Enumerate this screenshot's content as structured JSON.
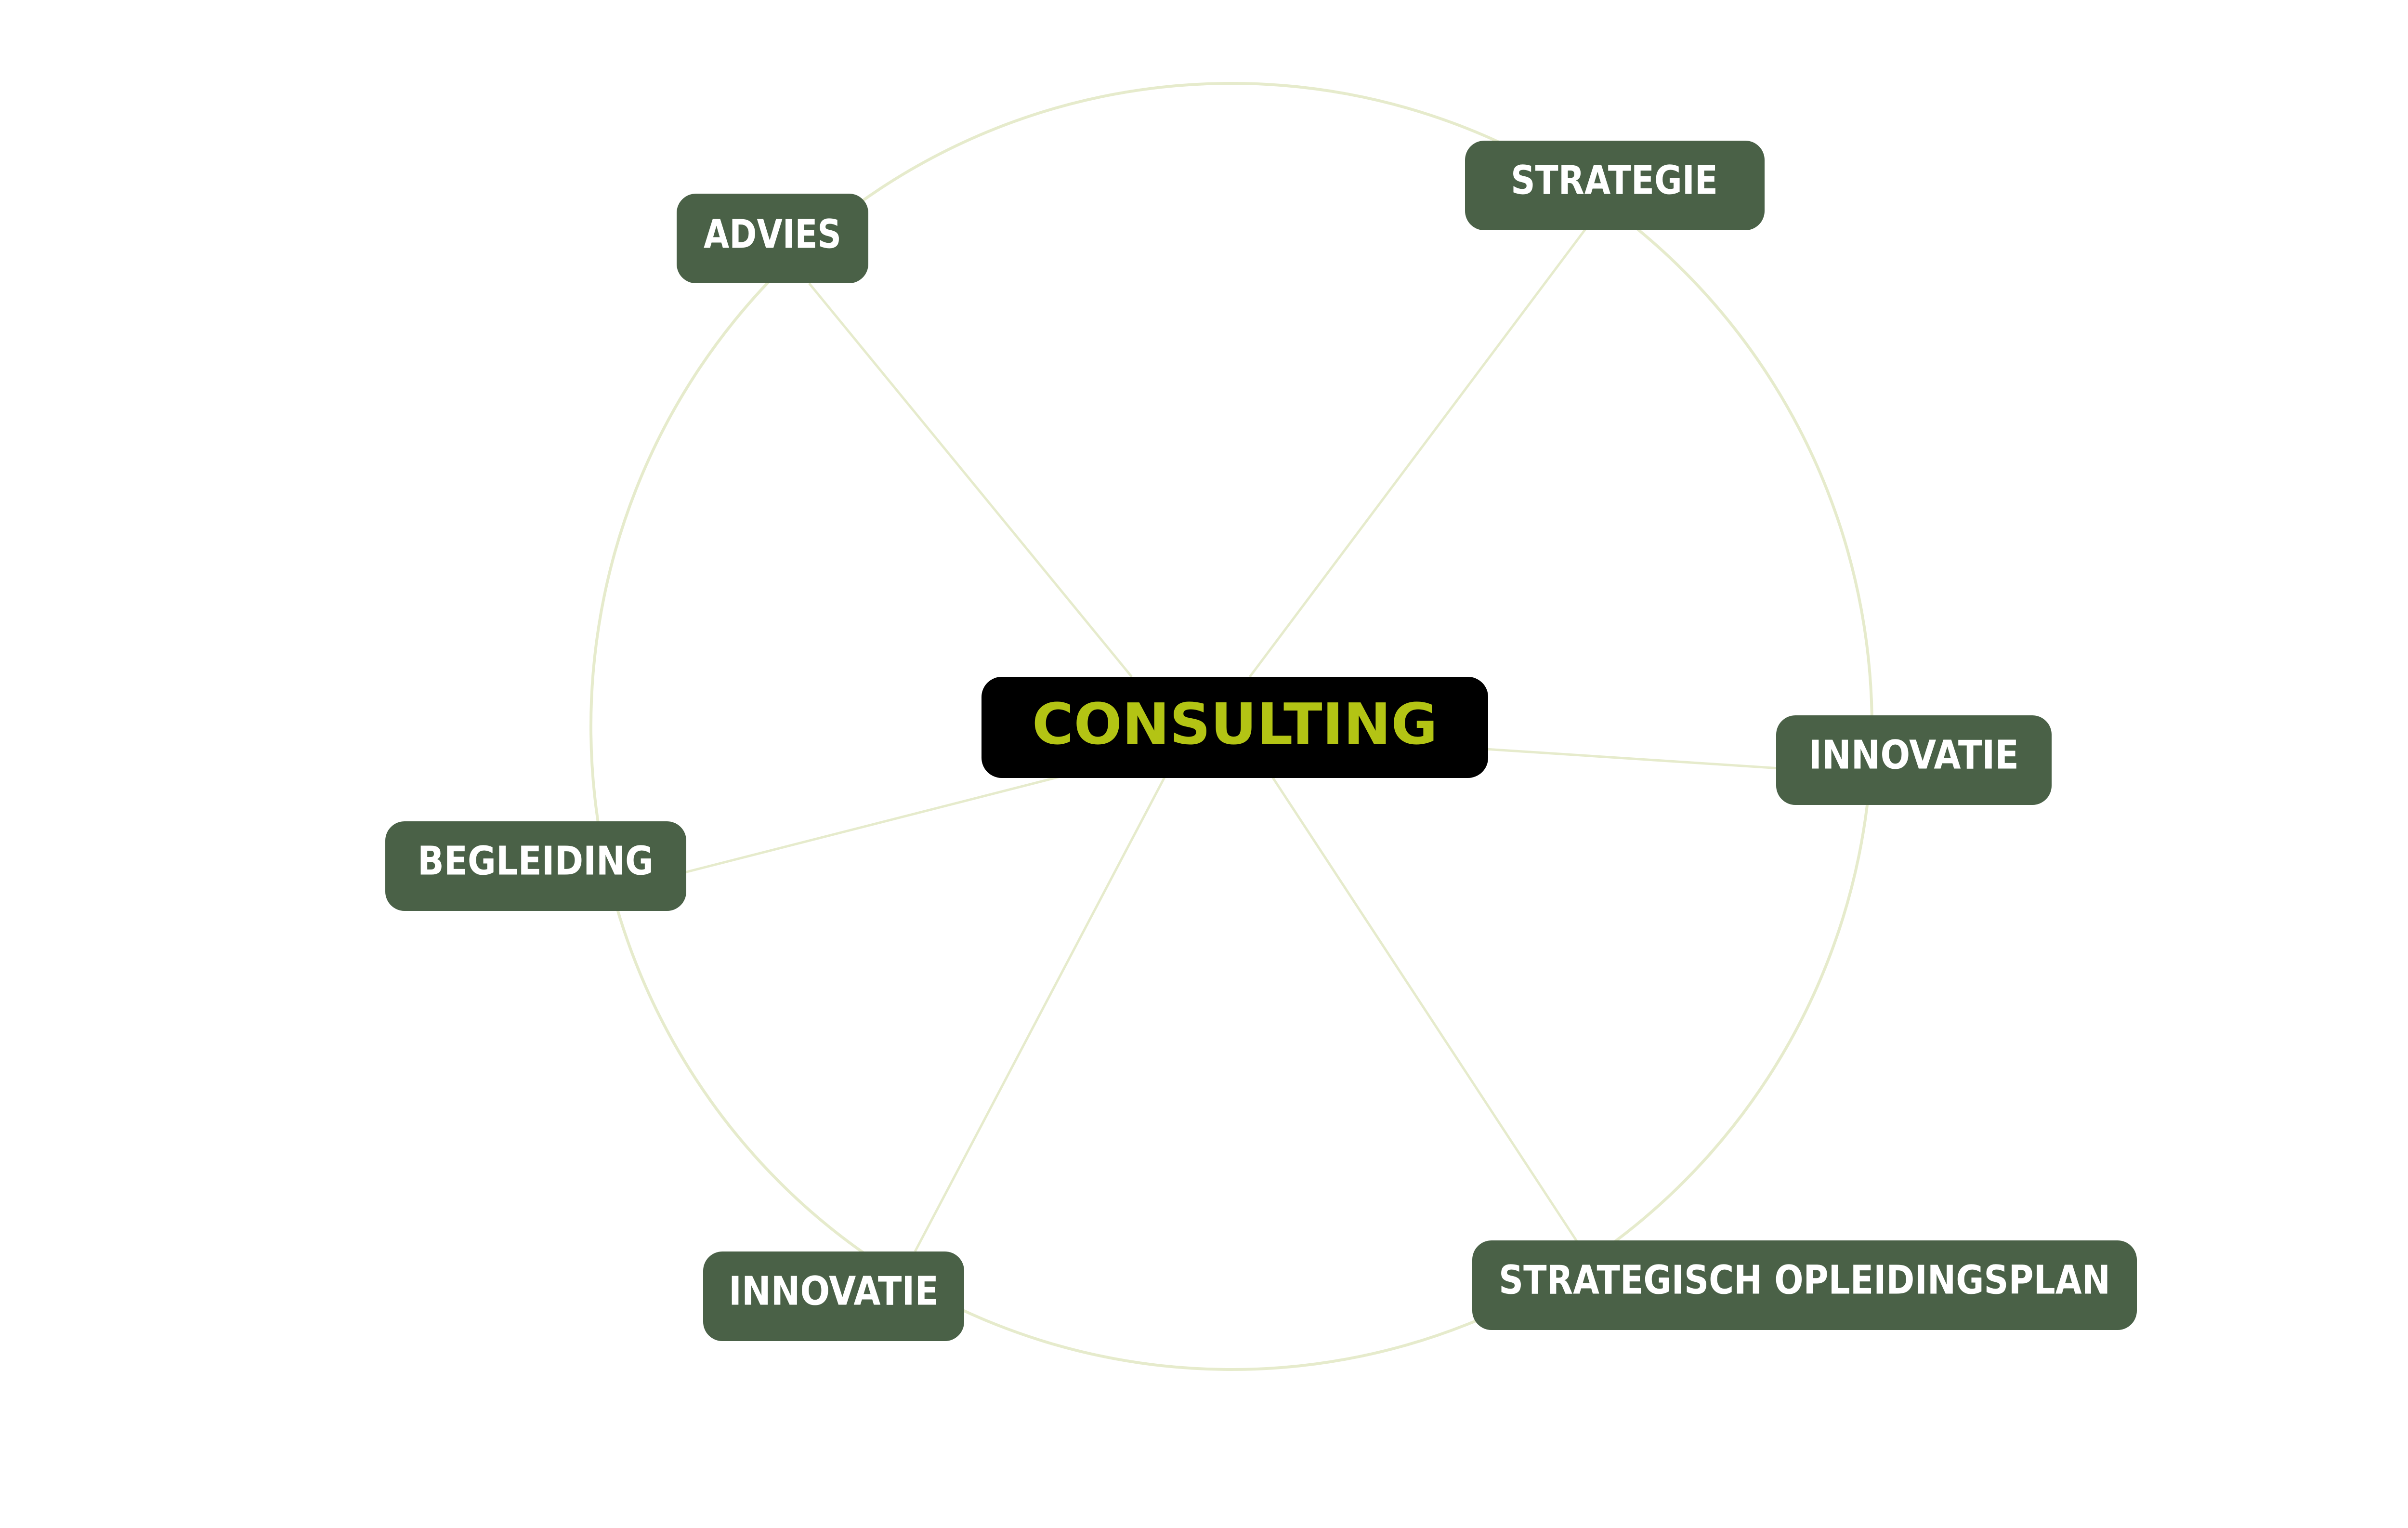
{
  "colors": {
    "background": "#ffffff",
    "ring": "#e6ebcc",
    "connector": "#e6ebcc",
    "node_fill": "#4a6147",
    "node_text": "#ffffff",
    "center_fill": "#000000",
    "center_text": "#b3c414"
  },
  "center": {
    "label": "CONSULTING"
  },
  "nodes": [
    {
      "id": "advies",
      "label": "ADVIES"
    },
    {
      "id": "strategie",
      "label": "STRATEGIE"
    },
    {
      "id": "innovatie-right",
      "label": "INNOVATIE"
    },
    {
      "id": "begeleiding",
      "label": "BEGLEIDING"
    },
    {
      "id": "innovatie-bottom",
      "label": "INNOVATIE"
    },
    {
      "id": "strategisch-opleidingsplan",
      "label": "STRATEGISCH OPLEIDINGSPLAN"
    }
  ]
}
